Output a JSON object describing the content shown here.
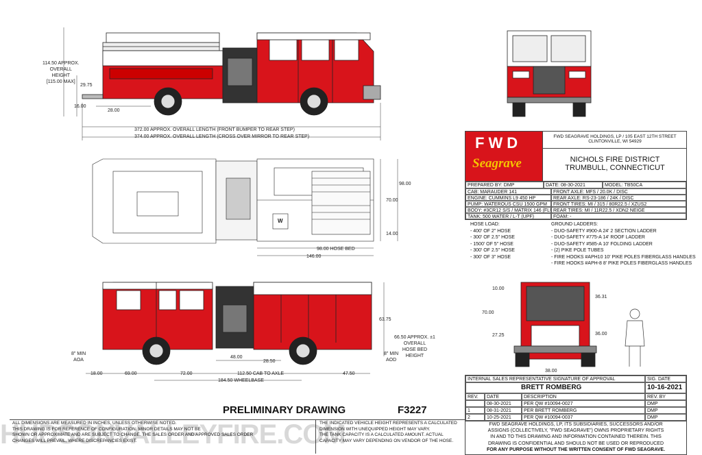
{
  "side_view_dims": {
    "height_label_1": "114.50 APPROX.",
    "height_label_2": "OVERALL",
    "height_label_3": "HEIGHT",
    "height_label_4": "[115.00 MAX]",
    "d_29_75": "29.75",
    "d_16_00": "16.00",
    "d_28_00": "28.00",
    "len1": "372.00 APPROX. OVERALL LENGTH (FRONT BUMPER TO REAR STEP)",
    "len2": "374.00 APPROX. OVERALL LENGTH (CROSS OVER MIRROR TO REAR STEP)"
  },
  "top_view_dims": {
    "d_98": "98.00",
    "d_70": "70.00",
    "d_14": "14.00",
    "hose_bed": "98.00 HOSE BED",
    "d_146": "146.00",
    "w_label": "W"
  },
  "rear_view_dims": {
    "d_10": "10.00",
    "d_70": "70.00",
    "d_27_25": "27.25",
    "d_36_31": "36.31",
    "d_36_00": "36.00",
    "d_38": "38.00"
  },
  "lower_side_dims": {
    "d_63_75": "63.75",
    "hb1": "66.50 APPROX. ±1",
    "hb2": "OVERALL",
    "hb3": "HOSE BED",
    "hb4": "HEIGHT",
    "aoa1": "8\" MIN",
    "aoa2": "AOA",
    "aod1": "8\" MIN",
    "aod2": "AOD",
    "d_48": "48.00",
    "d_28_50": "28.50",
    "d_18": "18.00",
    "d_69": "69.00",
    "d_72": "72.00",
    "cab_axle": "112.50 CAB TO AXLE",
    "d_47_50": "47.50",
    "wheelbase": "184.50 WHEELBASE"
  },
  "title_block": {
    "logo_top": "FWD",
    "logo_bottom": "Seagrave",
    "company_1": "FWD SEAGRAVE HOLDINGS, LP / 105 EAST 12TH STREET",
    "company_2": "CLINTONVILLE, WI 54929",
    "customer_1": "NICHOLS FIRE DISTRICT",
    "customer_2": "TRUMBULL, CONNECTICUT",
    "prepared_by": "PREPARED BY:  DMP",
    "date": "DATE:  08-30-2021",
    "model": "MODEL:  TB50CA",
    "specs_left": [
      "CAB:  MARAUDER  141",
      "ENGINE: CUMMINS L9 450 HP",
      "PUMP:  WATEROUS CSU 1500 GPM",
      "BODY:  #3CR12 S/S / MATRIX 146 (FLUSH)",
      "TANK:  500 WATER / L-T (UPF)"
    ],
    "specs_right": [
      "FRONT AXLE:  MFS / 20.0K / DISC",
      "REAR AXLE:  RS-23-186 / 24K / DISC",
      "FRONT TIRES:  MI / 315 / 80R22.5 / XZUS2",
      "REAR TIRES:  MI / 11R22.5 / XDN2 NEIGE",
      "FOAM:  -"
    ]
  },
  "hose_load": {
    "title": "HOSE LOAD:",
    "items": [
      "- 400' OF 2\" HOSE",
      "- 300' OF 2.5\" HOSE",
      "- 1500' OF 5\" HOSE",
      "- 300' OF 2.5\" HOSE",
      "- 300' OF 3\" HOSE"
    ]
  },
  "ground_ladders": {
    "title": "GROUND LADDERS:",
    "items": [
      "- DUO-SAFETY #900-A 24' 2 SECTION LADDER",
      "- DUO-SAFETY #775-A 14' ROOF LADDER",
      "- DUO-SAFETY #585-A 10' FOLDING LADDER",
      "- (2) PIKE POLE TUBES",
      "- FIRE HOOKS #APH10 10' PIKE POLES FIBERGLASS HANDLES",
      "- FIRE HOOKS #APH-8 8' PIKE POLES FIBERGLASS HANDLES"
    ]
  },
  "approval": {
    "header": "INTERNAL SALES REPRESENTATIVE SIGNATURE OF APPROVAL",
    "sig_date_label": "SIG. DATE",
    "name": "BRETT ROMBERG",
    "sig_date": "10-16-2021",
    "col_rev": "REV.",
    "col_date": "DATE",
    "col_desc": "DESCRIPTION",
    "col_by": "REV. BY",
    "revisions": [
      {
        "rev": "",
        "date": "08-30-2021",
        "desc": "PER QW #10094-0027",
        "by": "DMP"
      },
      {
        "rev": "1",
        "date": "08-31-2021",
        "desc": "PER BRETT ROMBERG",
        "by": "DMP"
      },
      {
        "rev": "2",
        "date": "10-25-2021",
        "desc": "PER QW #10094-0037",
        "by": "DMP"
      }
    ]
  },
  "footer": {
    "preliminary": "PRELIMINARY DRAWING",
    "drawing_no": "F3227",
    "note_left_1": "ALL DIMENSIONS ARE MEASURED IN INCHES, UNLESS OTHERWISE NOTED.",
    "note_left_2": "THIS DRAWING IS FOR REFERENCE OF CONFIGURATION. MINOR DETAILS MAY NOT BE",
    "note_left_3": "SHOWN OR APPROXIMATE AND ARE SUBJECT TO CHANGE. THE SALES ORDER AND APPROVED SALES ORDER",
    "note_left_4": "CHANGES WILL PREVAIL, WHERE DISCREPANCIES EXIST.",
    "note_mid_1": "THE INDICATED VEHICLE HEIGHT REPRESENTS A CALCULATED",
    "note_mid_2": "DIMENSION WITH UNEQUIPPED HEIGHT MAY VARY.",
    "note_mid_3": "THE TANK CAPACITY IS A CALCULATED AMOUNT.  ACTUAL",
    "note_mid_4": "CAPACITY MAY VARY DEPENDING ON  VENDOR OF THE HOSE.",
    "proprietary": [
      "FWD SEAGRAVE HOLDINGS, LP, ITS SUBSIDIARIES, SUCCESSORS AND/OR",
      "ASSIGNS (COLLECTIVELY, \"FWD SEAGRAVE\") OWNS PROPRIETARY RIGHTS",
      "IN AND TO THIS DRAWING AND INFORMATION CONTAINED THEREIN. THIS",
      "DRAWING IS CONFIDENTIAL AND SHOULD NOT BE USED OR REPRODUCED",
      "FOR ANY PURPOSE WITHOUT THE WRITTEN CONSENT OF  FWD SEAGRAVE."
    ],
    "watermark": "HUDSONVALLEYFIRE.COM"
  },
  "colors": {
    "red": "#d8141b",
    "dark": "#222222",
    "logo_yellow": "#f5c400"
  }
}
